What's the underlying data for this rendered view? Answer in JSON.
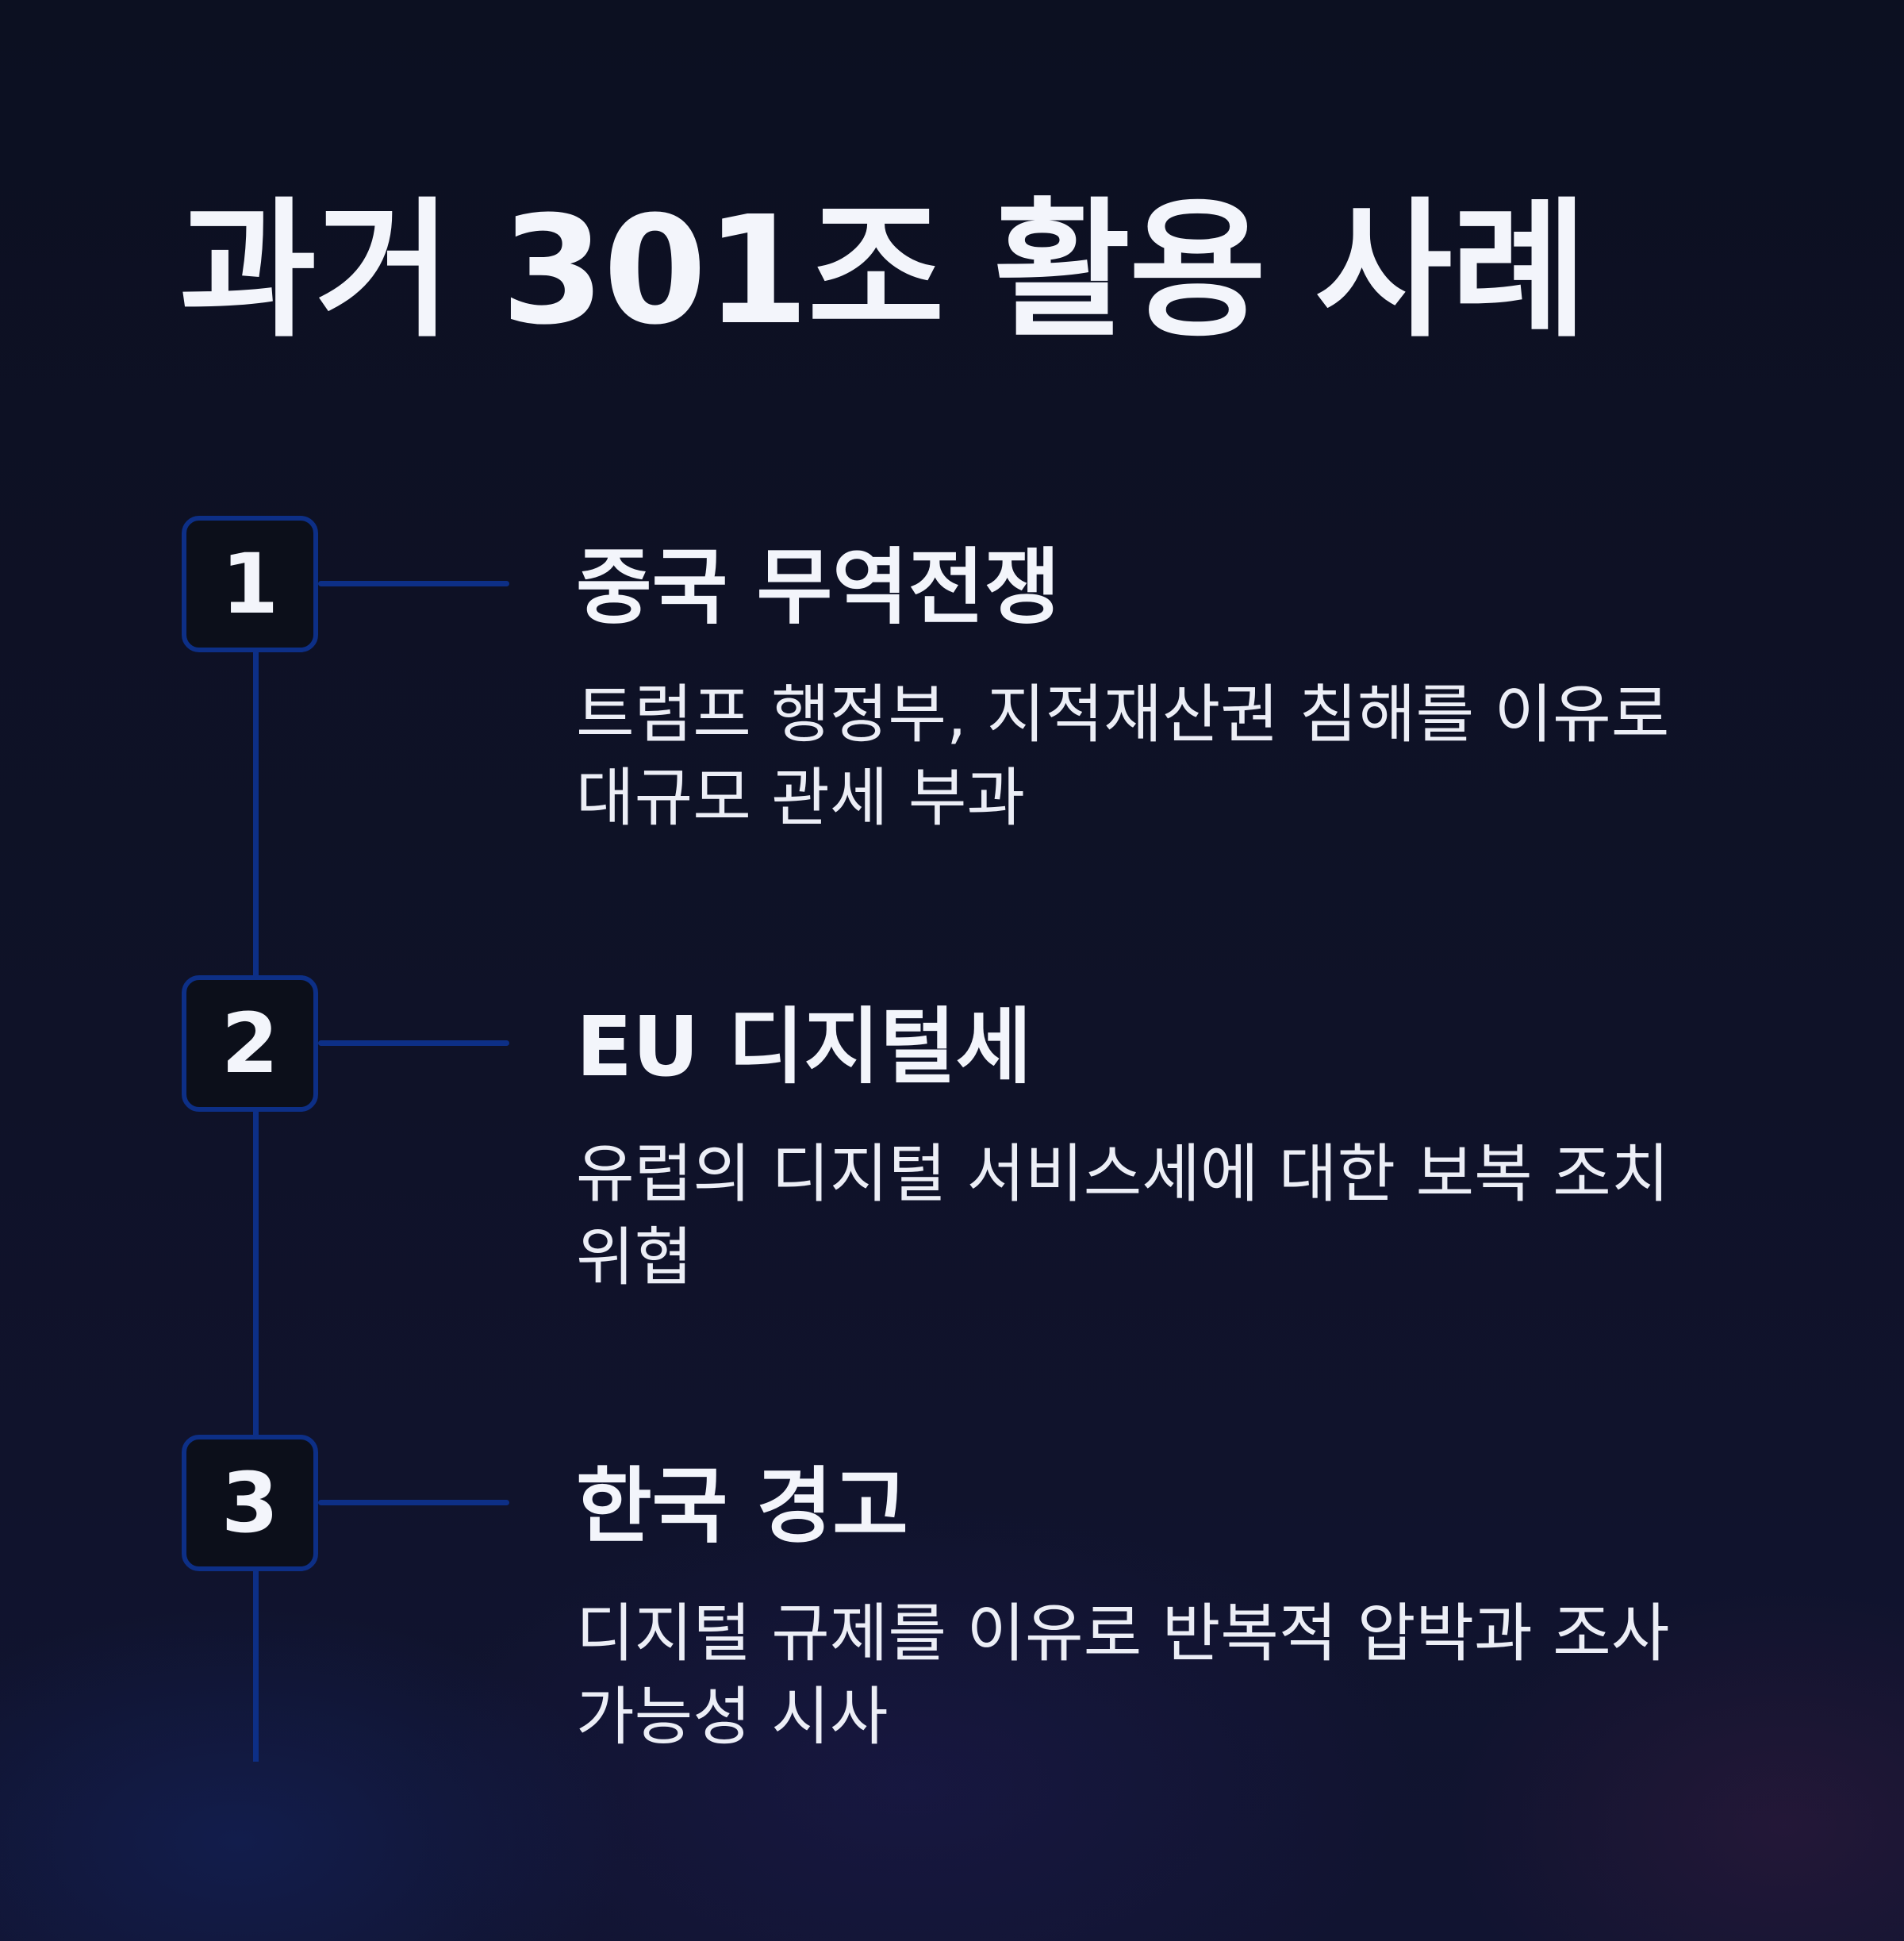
{
  "title": "과거 301조 활용 사례",
  "items": [
    {
      "number": "1",
      "title": "중국 무역전쟁",
      "description": "트럼프 행정부, 지적재산권 침해를 이유로 대규모 관세 부과"
    },
    {
      "number": "2",
      "title": "EU 디지털세",
      "description": "유럽의 디지털 서비스세에 대한 보복 조치 위협"
    },
    {
      "number": "3",
      "title": "한국 경고",
      "description": "디지털 규제를 이유로 반복적 압박과 조사 가능성 시사"
    }
  ],
  "colors": {
    "background": "#0f1226",
    "accent": "#0d2f86",
    "text": "#f3f5fb"
  }
}
